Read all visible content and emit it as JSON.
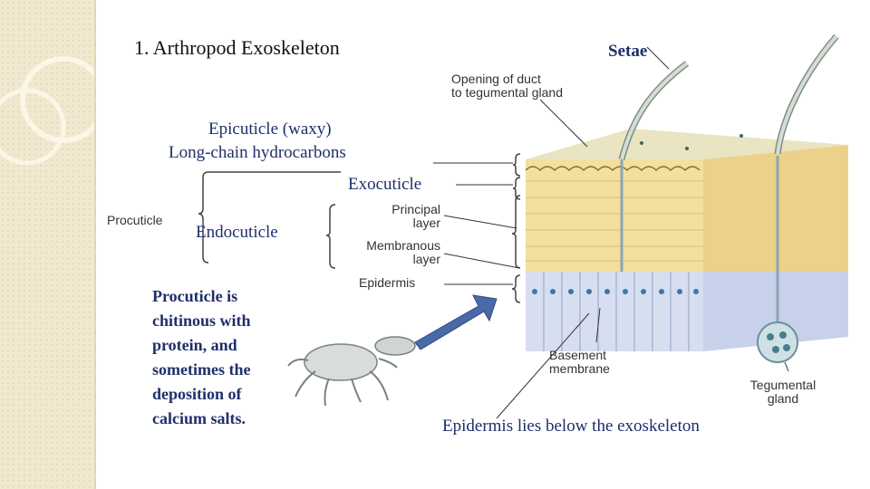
{
  "title": "1. Arthropod Exoskeleton",
  "labels": {
    "setae": "Setae",
    "opening_duct_line1": "Opening of duct",
    "opening_duct_line2": "to tegumental gland",
    "epicuticle_line1": "Epicuticle (waxy)",
    "epicuticle_line2": "Long-chain hydrocarbons",
    "exocuticle": "Exocuticle",
    "procuticle": "Procuticle",
    "endocuticle": "Endocuticle",
    "principal_line1": "Principal",
    "principal_line2": "layer",
    "membranous_line1": "Membranous",
    "membranous_line2": "layer",
    "epidermis": "Epidermis",
    "basement_line1": "Basement",
    "basement_line2": "membrane",
    "tegumental_line1": "Tegumental",
    "tegumental_line2": "gland"
  },
  "notes": {
    "procuticle_lines": [
      "Procuticle is",
      "chitinous with",
      "protein, and",
      "sometimes the",
      "deposition of",
      "calcium salts."
    ],
    "epidermis_note": "Epidermis lies below the exoskeleton"
  },
  "colors": {
    "heading_text": "#1f2f6b",
    "cuticle": "#f3dfa0",
    "epidermis": "#d7def0",
    "arrow": "#4a69a8",
    "sidebar": "#f1e8cf"
  }
}
